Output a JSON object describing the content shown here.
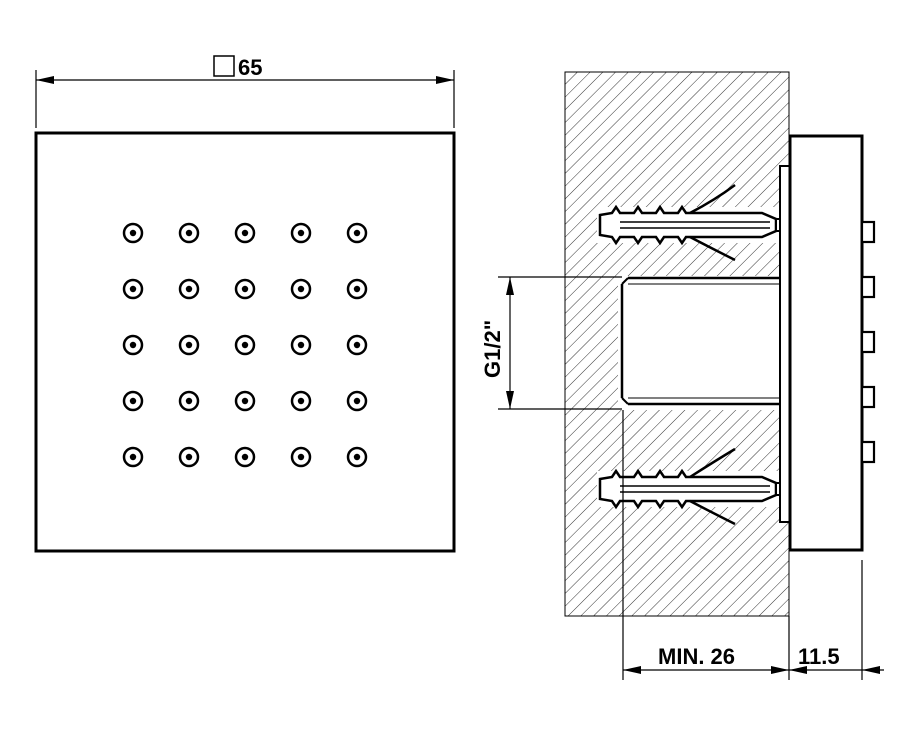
{
  "front_view": {
    "width_label": "65",
    "nozzle_rows": 5,
    "nozzle_cols": 5
  },
  "side_view": {
    "thread_label": "G1/2\"",
    "depth_label": "MIN. 26",
    "thickness_label": "11.5"
  },
  "colors": {
    "line": "#000000",
    "hatch": "#000000",
    "background": "#ffffff"
  }
}
